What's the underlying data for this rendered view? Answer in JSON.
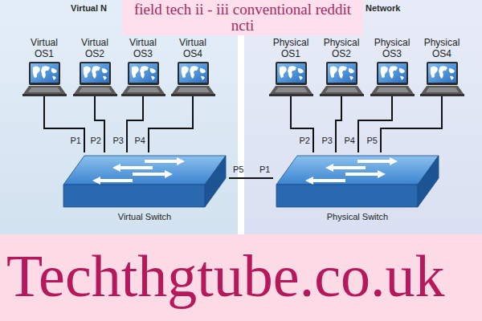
{
  "diagram": {
    "nodes": [
      {
        "text": [
          "Virtual N"
        ]
      },
      {
        "text": [
          "Virtual OS1"
        ],
        "in": 0
      },
      {
        "text": [
          "Virtual OS2"
        ],
        "in": 0
      },
      {
        "text": [
          "Virtual OS3"
        ],
        "in": 0
      },
      {
        "text": [
          "Virtual OS4"
        ],
        "in": 0
      },
      {
        "text": [
          "Virtual Switch"
        ],
        "in": 0
      },
      {
        "text": [
          "Network"
        ]
      },
      {
        "text": [
          "Physical OS1"
        ],
        "in": 6
      },
      {
        "text": [
          "Physical OS2"
        ],
        "in": 6
      },
      {
        "text": [
          "Physical OS3"
        ],
        "in": 6
      },
      {
        "text": [
          "Physical OS4"
        ],
        "in": 6
      },
      {
        "text": [
          "Physical Switch"
        ],
        "in": 6
      }
    ],
    "edges": [
      {
        "from": 1,
        "to": 5,
        "label": "P1",
        "arrow": "none"
      },
      {
        "from": 2,
        "to": 5,
        "label": "P2",
        "arrow": "none"
      },
      {
        "from": 3,
        "to": 5,
        "label": "P3",
        "arrow": "none"
      },
      {
        "from": 4,
        "to": 5,
        "label": "P4",
        "arrow": "none"
      },
      {
        "from": 7,
        "to": 11,
        "label": "P2",
        "arrow": "none"
      },
      {
        "from": 8,
        "to": 11,
        "label": "P3",
        "arrow": "none"
      },
      {
        "from": 9,
        "to": 11,
        "label": "P4",
        "arrow": "none"
      },
      {
        "from": 10,
        "to": 11,
        "label": "P5",
        "arrow": "none"
      },
      {
        "from": 5,
        "to": 11,
        "arrow": "none"
      }
    ],
    "labels": [
      "field tech ii - iii conventional reddit ncti",
      "P5",
      "P1",
      "Techthgtube.co.uk"
    ]
  }
}
